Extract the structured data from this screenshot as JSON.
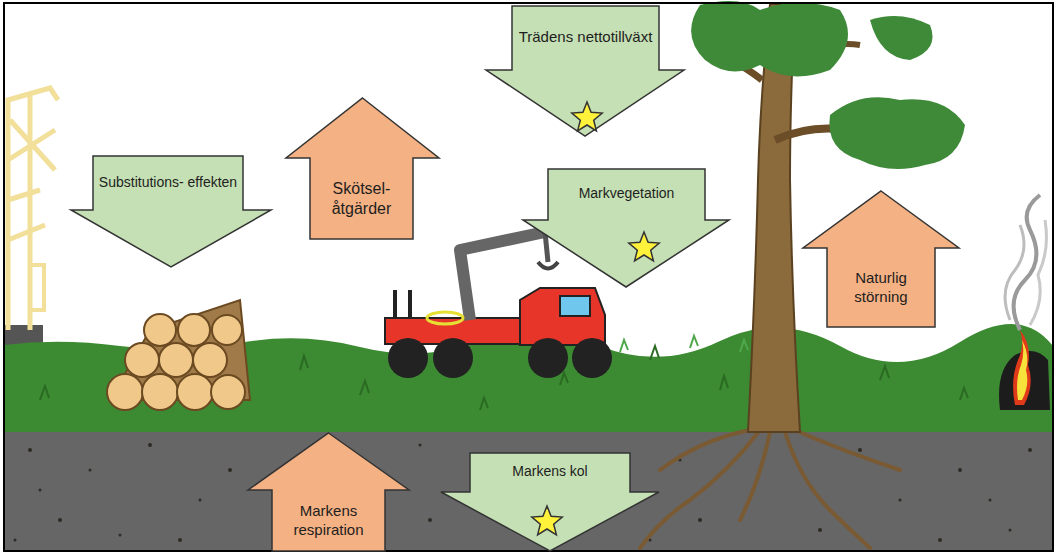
{
  "diagram": {
    "nodes": [
      {
        "text": [
          "Trädens nettotillväxt"
        ]
      },
      {
        "text": [
          "Substitutions- effekten"
        ]
      },
      {
        "text": [
          "Skötsel- åtgärder"
        ]
      },
      {
        "text": [
          "Markvegetation"
        ]
      },
      {
        "text": [
          "Naturlig störning"
        ]
      },
      {
        "text": [
          "Markens respiration"
        ]
      },
      {
        "text": [
          "Markens kol"
        ]
      }
    ]
  }
}
